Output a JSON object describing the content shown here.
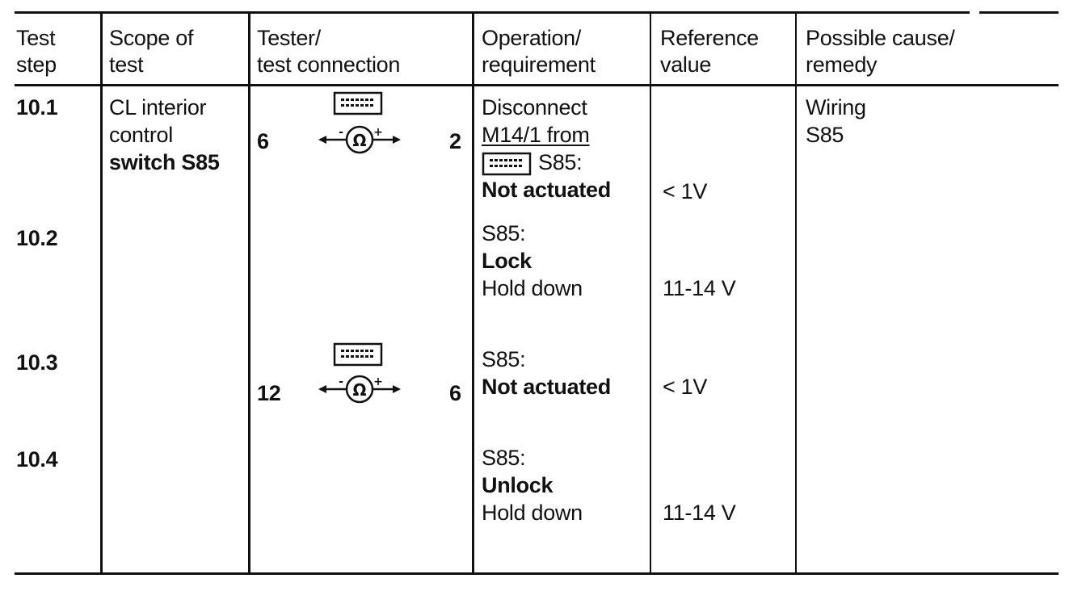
{
  "table": {
    "headers": {
      "test_step": [
        "Test",
        "step"
      ],
      "scope": [
        "Scope of",
        "test"
      ],
      "tester": [
        "Tester/",
        "test connection"
      ],
      "operation": [
        "Operation/",
        "requirement"
      ],
      "reference": [
        "Reference",
        "value"
      ],
      "cause": [
        "Possible cause/",
        "remedy"
      ]
    },
    "rows": [
      {
        "step": "10.1",
        "scope": [
          "CL interior",
          "control",
          "switch S85"
        ],
        "conn_left": "6",
        "conn_right": "2",
        "operation": [
          "Disconnect",
          "M14/1 from",
          "S85:",
          "Not actuated"
        ],
        "reference": "< 1V",
        "cause": [
          "Wiring",
          "S85"
        ]
      },
      {
        "step": "10.2",
        "operation": [
          "S85:",
          "Lock",
          "Hold down"
        ],
        "reference": "11-14 V"
      },
      {
        "step": "10.3",
        "conn_left": "12",
        "conn_right": "6",
        "operation": [
          "S85:",
          "Not actuated"
        ],
        "reference": "< 1V"
      },
      {
        "step": "10.4",
        "operation": [
          "S85:",
          "Unlock",
          "Hold down"
        ],
        "reference": "11-14 V"
      }
    ]
  },
  "icons": {
    "test_box": "test-box-socket-icon",
    "ohmmeter": "ohmmeter-icon",
    "ohm_symbol": "Ω",
    "minus": "-",
    "plus": "+"
  }
}
